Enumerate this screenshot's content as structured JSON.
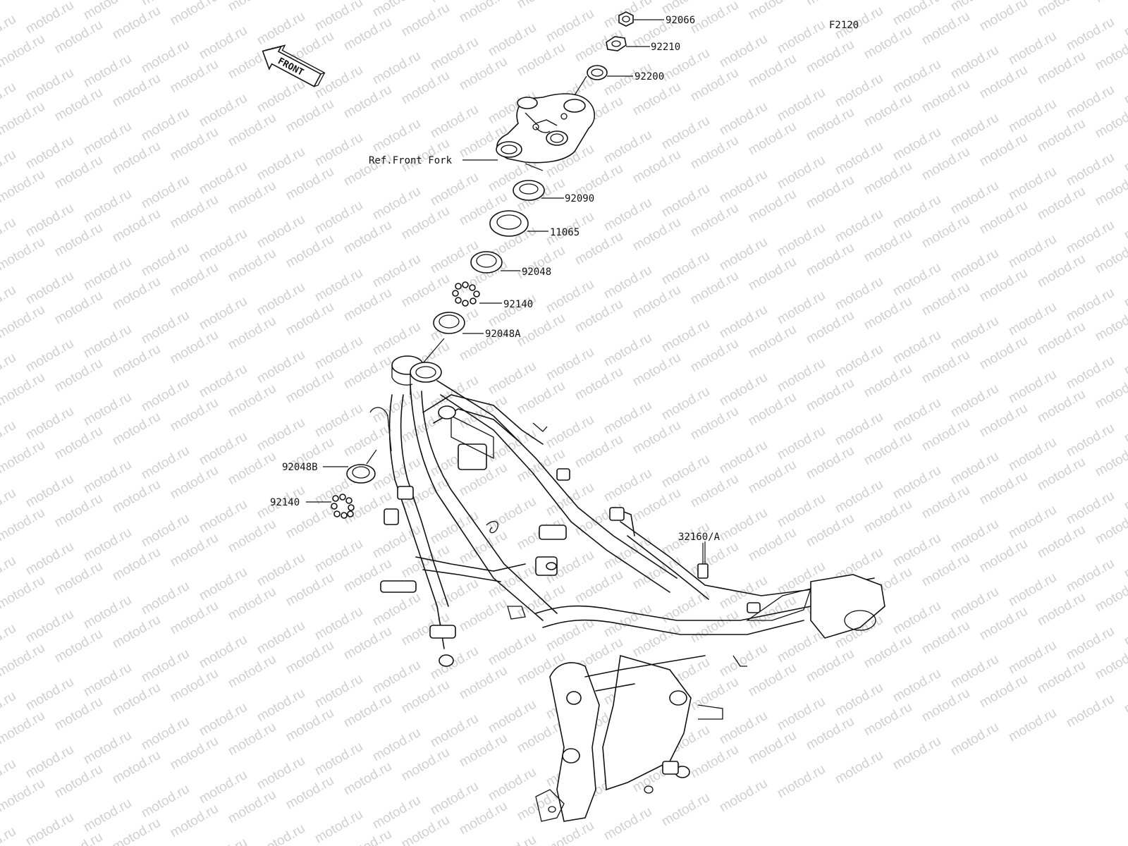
{
  "figure_code": "F2120",
  "front_arrow_label": "FRONT",
  "watermark_text": "motod.ru",
  "callouts": {
    "c92066": "92066",
    "c92210": "92210",
    "c92200": "92200",
    "ref_front_fork": "Ref.Front Fork",
    "c92090": "92090",
    "c11065": "11065",
    "c92048": "92048",
    "c92140_top": "92140",
    "c92048A": "92048A",
    "c92048B": "92048B",
    "c92140_bottom": "92140",
    "c32160A": "32160/A"
  },
  "colors": {
    "line": "#111111",
    "watermark": "#cfcfcf",
    "background": "#ffffff"
  }
}
